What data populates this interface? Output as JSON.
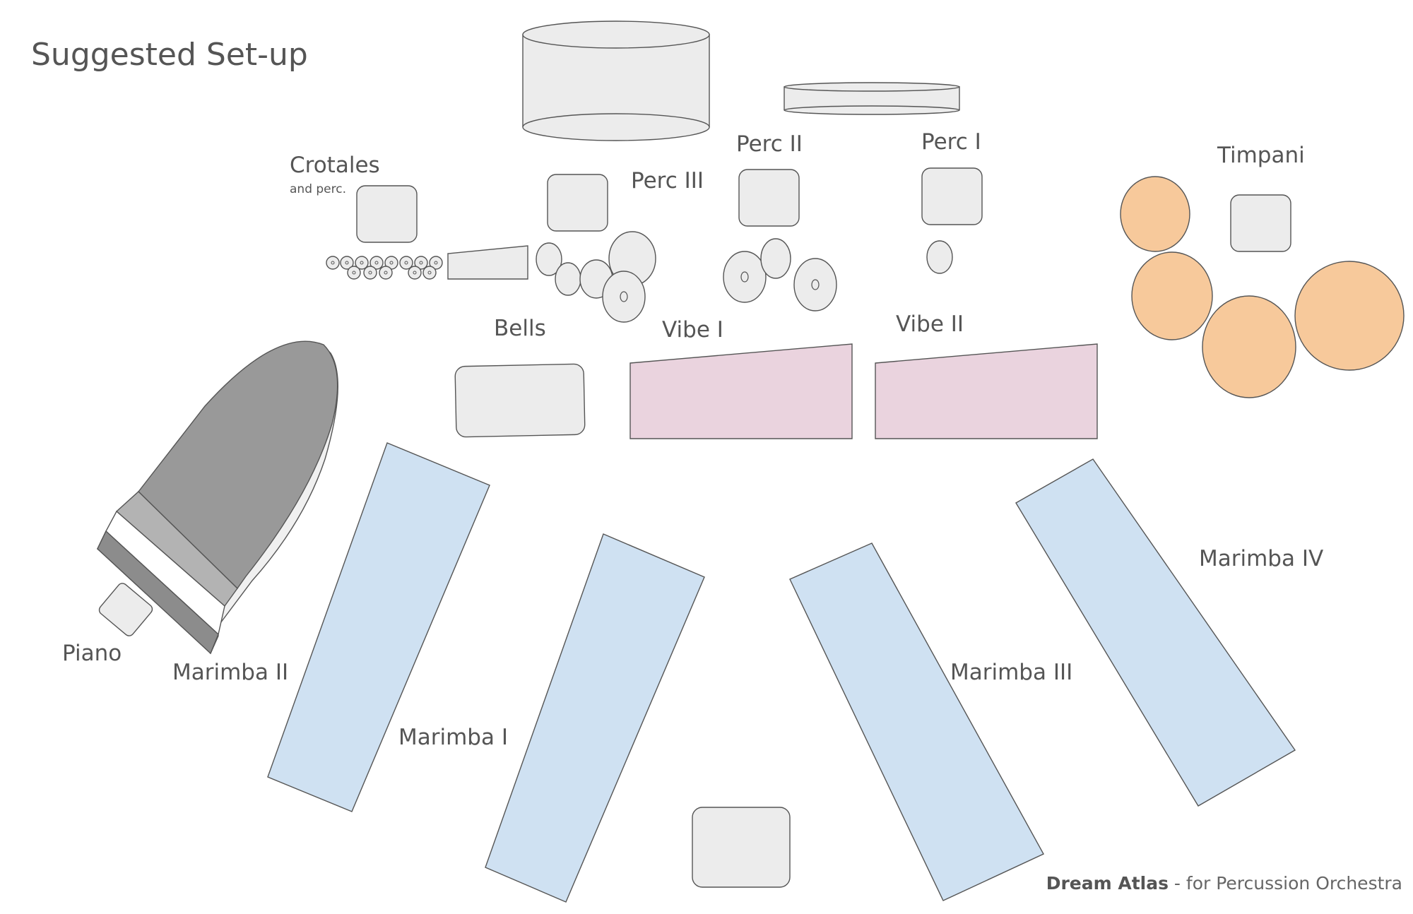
{
  "title": "Suggested Set-up",
  "labels": {
    "crotales": "Crotales",
    "crotales_sub": "and perc.",
    "perc_iii": "Perc III",
    "perc_ii": "Perc II",
    "perc_i": "Perc I",
    "timpani": "Timpani",
    "bells": "Bells",
    "vibe_i": "Vibe I",
    "vibe_ii": "Vibe II",
    "piano": "Piano",
    "marimba_ii": "Marimba II",
    "marimba_i": "Marimba I",
    "marimba_iii": "Marimba III",
    "marimba_iv": "Marimba IV"
  },
  "footer": {
    "work": "Dream Atlas",
    "subtitle": " - for Percussion Orchestra"
  },
  "colors": {
    "instrument_gray": "#ececec",
    "piano_dark": "#999999",
    "vibraphone": "#ead3de",
    "marimba": "#cfe1f2",
    "timpani": "#f7c99b",
    "outline": "#555555"
  },
  "icons": [
    "bass-drum",
    "gong",
    "stool",
    "cymbal",
    "crotale-disc",
    "grand-piano",
    "timpani-drum"
  ]
}
